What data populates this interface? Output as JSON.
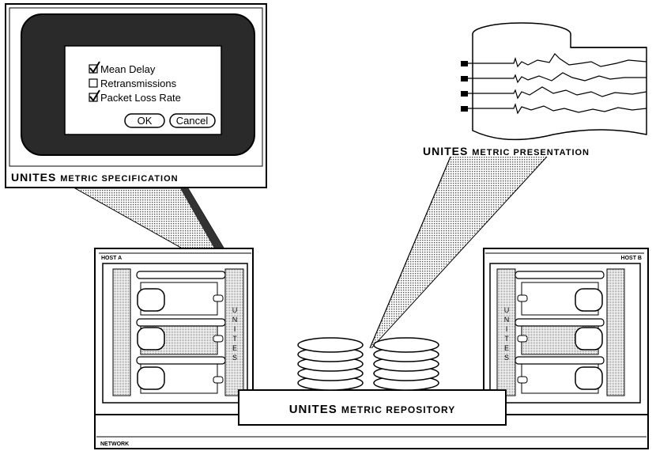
{
  "specification": {
    "title_main": "UNITES",
    "title_rest": "Metric Specification",
    "options": [
      {
        "label": "Mean Delay",
        "checked": true
      },
      {
        "label": "Retransmissions",
        "checked": false
      },
      {
        "label": "Packet Loss Rate",
        "checked": true
      }
    ],
    "ok_label": "OK",
    "cancel_label": "Cancel"
  },
  "presentation": {
    "title_main": "UNITES",
    "title_rest": "Metric Presentation"
  },
  "repository": {
    "title_main": "UNITES",
    "title_rest": "Metric Repository"
  },
  "hosts": {
    "host_a_label": "HOST A",
    "host_b_label": "HOST B",
    "unites_vertical": "UNITES"
  },
  "network_label": "NETWORK",
  "colors": {
    "ink": "#000000",
    "shade": "#bdbdbd",
    "screen_dark": "#2a2a2a",
    "paper": "#ffffff"
  }
}
